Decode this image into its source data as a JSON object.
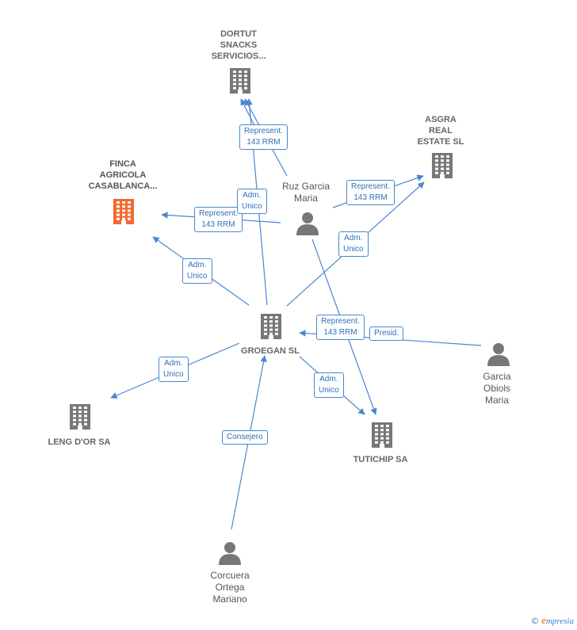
{
  "colors": {
    "edge": "#4a86d1",
    "building": "#777777",
    "focus_building": "#f26a2e",
    "person": "#777777"
  },
  "nodes": {
    "dortut": {
      "label": "DORTUT\nSNACKS\nSERVICIOS...",
      "icon": "building-icon"
    },
    "finca": {
      "label": "FINCA\nAGRICOLA\nCASABLANCA...",
      "icon": "building-icon"
    },
    "asgra": {
      "label": "ASGRA\nREAL\nESTATE  SL",
      "icon": "building-icon"
    },
    "groegan": {
      "label": "GROEGAN SL",
      "icon": "building-icon"
    },
    "lengdor": {
      "label": "LENG D'OR SA",
      "icon": "building-icon"
    },
    "tutichip": {
      "label": "TUTICHIP SA",
      "icon": "building-icon"
    },
    "ruz": {
      "label": "Ruz Garcia\nMaria",
      "icon": "person-icon"
    },
    "garcia": {
      "label": "Garcia\nObiols\nMaria",
      "icon": "person-icon"
    },
    "corcuera": {
      "label": "Corcuera\nOrtega\nMariano",
      "icon": "person-icon"
    }
  },
  "edge_labels": {
    "ruz_dortut": "Represent.\n143 RRM",
    "ruz_asgra": "Represent.\n143 RRM",
    "ruz_finca": "Represent.\n143 RRM",
    "groegan_dortut": "Adm.\nUnico",
    "groegan_asgra": "Adm.\nUnico",
    "groegan_finca": "Adm.\nUnico",
    "garcia_groegan_rep": "Represent.\n143 RRM",
    "garcia_groegan_pres": "Presid.",
    "groegan_lengdor": "Adm.\nUnico",
    "groegan_tutichip": "Adm.\nUnico",
    "corcuera_groegan": "Consejero"
  },
  "footer": {
    "copyright": "©",
    "brand_initial": "e",
    "brand_rest": "mpresia"
  }
}
